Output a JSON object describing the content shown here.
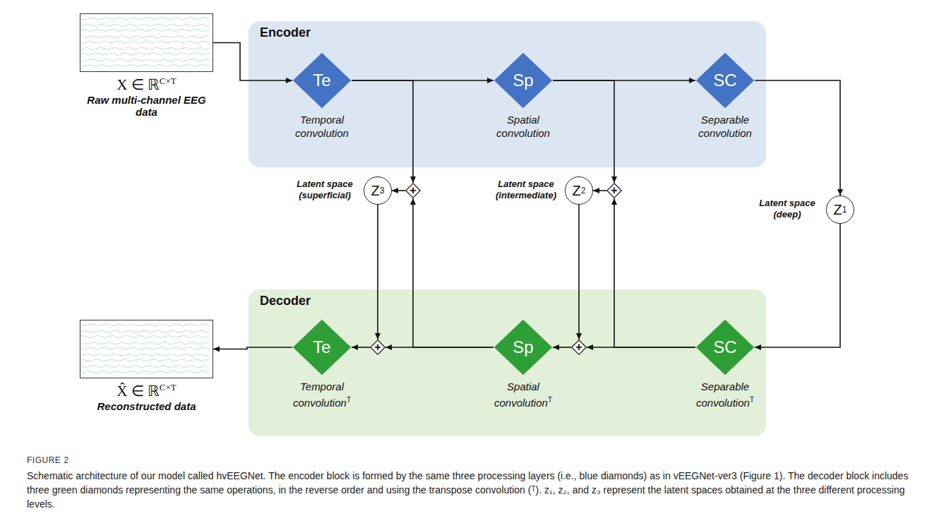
{
  "diagram": {
    "caption": "Schematic architecture of our model called hvEEGNet. The encoder block is formed by the same three processing layers (i.e., blue diamonds) as in vEEGNet-ver3 (Figure 1). The decoder block includes three green diamonds representing the same operations, in the reverse order and using the transpose convolution (ᵀ). z₁, z₂, and z₃ represent the latent spaces obtained at the three different processing levels.",
    "nodes": [
      {
        "text": [
          "Encoder"
        ]
      },
      {
        "text": [
          "Te",
          "Temporal convolution"
        ],
        "in": 0
      },
      {
        "text": [
          "Sp",
          "Spatial convolution"
        ],
        "in": 0
      },
      {
        "text": [
          "SC",
          "Separable convolution"
        ],
        "in": 0
      },
      {
        "text": [
          "Decoder"
        ]
      },
      {
        "text": [
          "SC",
          "Separable convolution",
          "T"
        ],
        "in": 4
      },
      {
        "text": [
          "Sp",
          "Spatial convolution",
          "T"
        ],
        "in": 4
      },
      {
        "text": [
          "Te",
          "Temporal convolution",
          "T"
        ],
        "in": 4
      },
      {
        "text": [
          "X ∈ ℝ",
          "C×T",
          "Raw multi-channel EEG data"
        ]
      },
      {
        "text": [
          "X̂ ∈ ℝ",
          "C×T",
          "Reconstructed data"
        ]
      },
      {
        "text": [
          "Z",
          "1",
          "Latent space (deep)"
        ]
      },
      {
        "text": [
          "+"
        ]
      },
      {
        "text": [
          "Z",
          "2",
          "Latent space (intermediate)"
        ]
      },
      {
        "text": [
          "+"
        ]
      },
      {
        "text": [
          "Z",
          "3",
          "Latent space (superficial)"
        ]
      },
      {
        "text": [
          "+"
        ]
      },
      {
        "text": [
          "+"
        ]
      }
    ],
    "edges": [
      {
        "from": 8,
        "to": 1,
        "arrow": "to"
      },
      {
        "from": 1,
        "to": 2,
        "arrow": "to"
      },
      {
        "from": 1,
        "to": 13,
        "arrow": "to"
      },
      {
        "from": 2,
        "to": 3,
        "arrow": "to"
      },
      {
        "from": 2,
        "to": 11,
        "arrow": "to"
      },
      {
        "from": 3,
        "to": 10,
        "arrow": "to"
      },
      {
        "from": 10,
        "to": 5,
        "arrow": "to"
      },
      {
        "from": 5,
        "to": 15,
        "arrow": "to"
      },
      {
        "from": 5,
        "to": 11,
        "arrow": "to"
      },
      {
        "from": 11,
        "to": 12,
        "arrow": "to"
      },
      {
        "from": 12,
        "to": 15,
        "arrow": "to"
      },
      {
        "from": 15,
        "to": 6,
        "arrow": "to"
      },
      {
        "from": 6,
        "to": 16,
        "arrow": "to"
      },
      {
        "from": 6,
        "to": 13,
        "arrow": "to"
      },
      {
        "from": 13,
        "to": 14,
        "arrow": "to"
      },
      {
        "from": 14,
        "to": 16,
        "arrow": "to"
      },
      {
        "from": 16,
        "to": 7,
        "arrow": "to"
      },
      {
        "from": 7,
        "to": 9,
        "arrow": "to"
      }
    ],
    "labels": [
      "FIGURE 2"
    ]
  }
}
